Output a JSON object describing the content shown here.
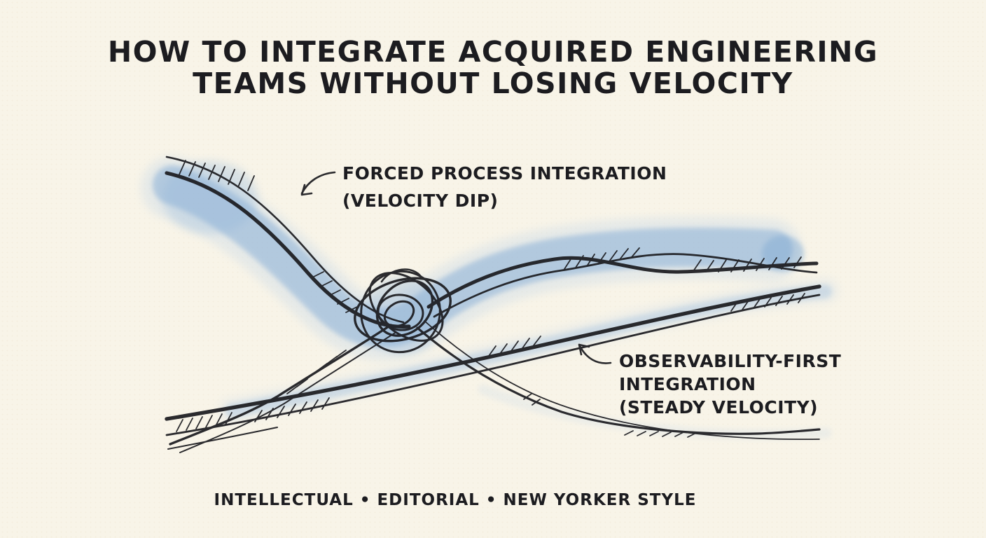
{
  "title": {
    "line1": "HOW TO INTEGRATE ACQUIRED ENGINEERING",
    "line2": "TEAMS WITHOUT LOSING VELOCITY"
  },
  "annotations": {
    "forced": {
      "line1": "FORCED PROCESS INTEGRATION",
      "line2": "(VELOCITY DIP)"
    },
    "observability": {
      "line1": "OBSERVABILITY-FIRST",
      "line2": "INTEGRATION",
      "line3": "(STEADY VELOCITY)"
    }
  },
  "footer": {
    "text": "INTELLECTUAL • EDITORIAL • NEW YORKER STYLE"
  },
  "figure": {
    "type": "hand-drawn conceptual line illustration",
    "curves": [
      {
        "name": "forced-process-integration",
        "depicts": "starts high at left, dips steeply into a scribbled tangle at center, partially recovers to a mid level at right",
        "wash_color": "#8fb3d8"
      },
      {
        "name": "observability-first-integration",
        "depicts": "rises steadily from lower left to upper right through the tangle",
        "wash_color": "#a9c4e0"
      },
      {
        "name": "dropout-tail",
        "depicts": "thin strand falling from the tangle and flattening low at bottom right"
      }
    ],
    "motif": "scribble-tangle-knot at center where the curves cross"
  },
  "colors": {
    "background": "#f8f4e8",
    "ink": "#1c1c20",
    "wash_primary": "#8fb3d8",
    "wash_light": "#bcd2e9"
  }
}
